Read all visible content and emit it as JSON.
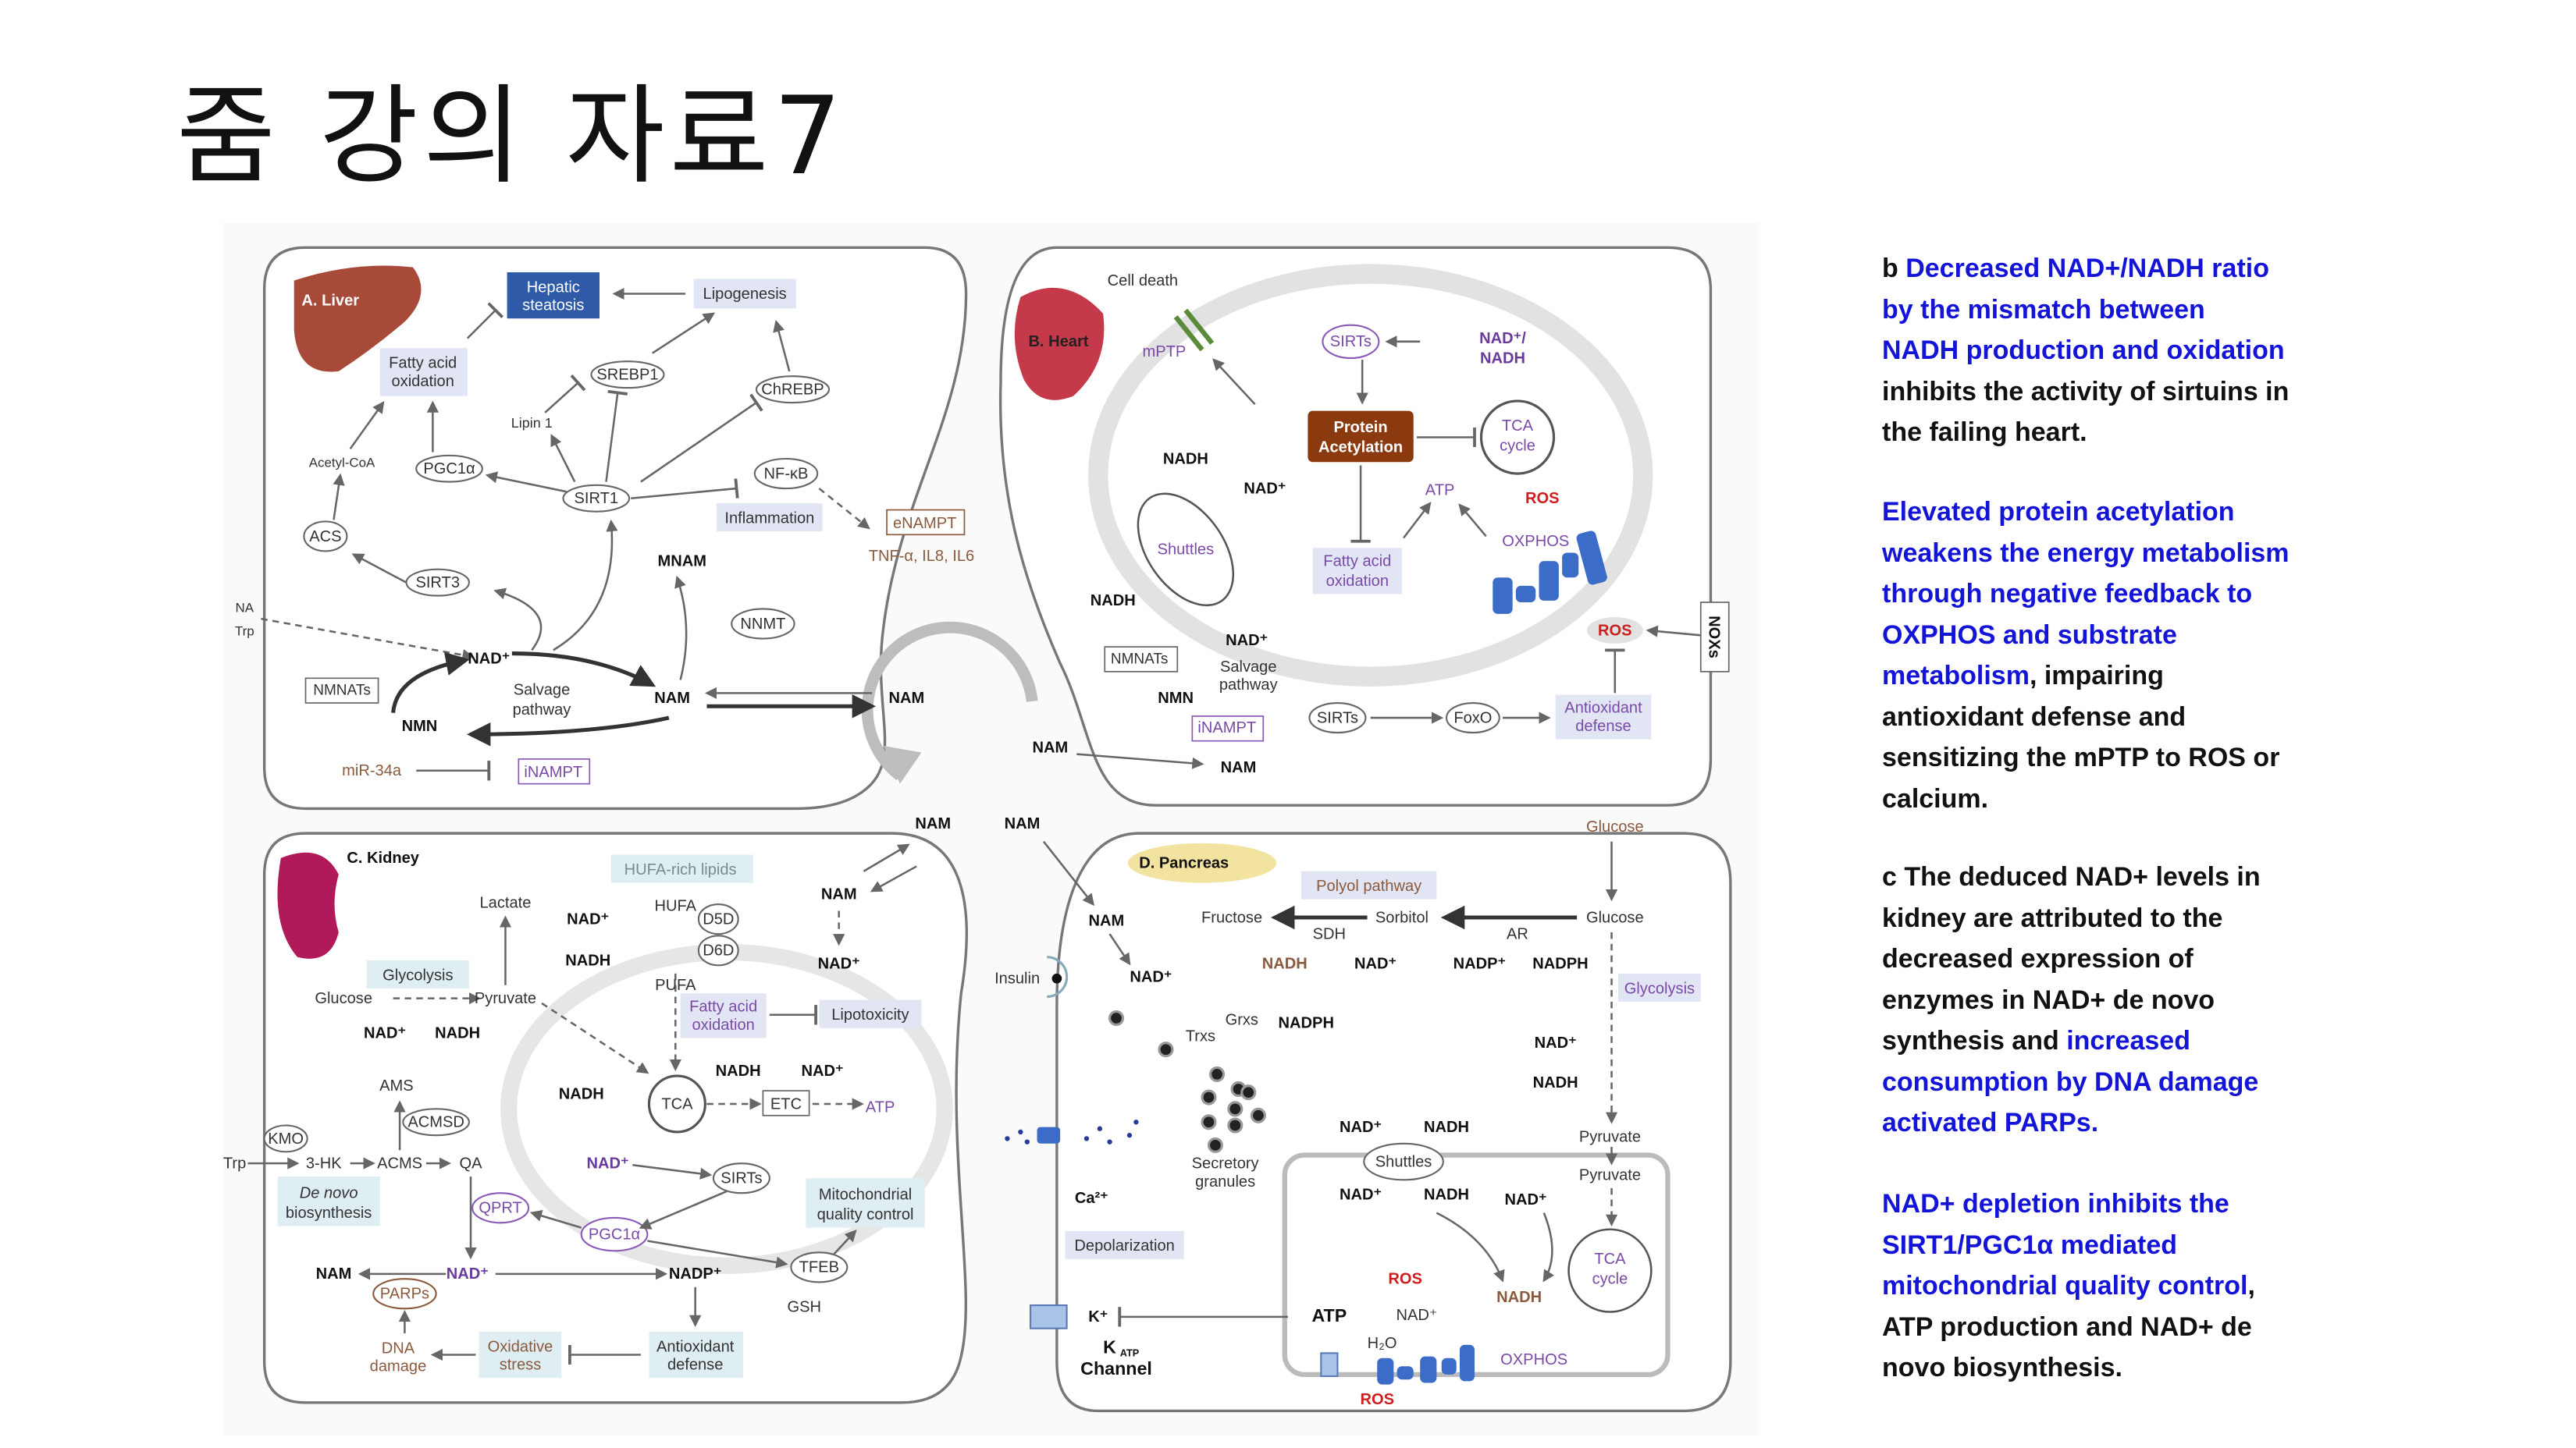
{
  "slide_title": "줌 강의 자료7",
  "colors": {
    "emphasis_text": "#1414d8",
    "body_text": "#111111",
    "ros": "#cc1f1f",
    "hepatic_steatosis_box": "#2f5aa8",
    "protein_acetylation_box": "#8b3a10"
  },
  "notes": [
    {
      "segments": [
        {
          "text": "b ",
          "style": "black"
        },
        {
          "text": "Decreased NAD+/NADH ratio\nby the mismatch between\nNADH production and oxidation",
          "style": "blue"
        },
        {
          "text": "\ninhibits the activity of sirtuins in\nthe failing heart.",
          "style": "black"
        }
      ]
    },
    {
      "segments": [
        {
          "text": "Elevated protein acetylation\nweakens the energy metabolism\nthrough negative feedback to\nOXPHOS and substrate\nmetabolism",
          "style": "blue"
        },
        {
          "text": ", impairing\nantioxidant defense and\nsensitizing the mPTP to ROS or\ncalcium.",
          "style": "black"
        }
      ]
    },
    {
      "segments": [
        {
          "text": "c The deduced NAD+ levels in\nkidney are attributed to the\ndecreased expression of\nenzymes in NAD+ de novo\nsynthesis and ",
          "style": "black"
        },
        {
          "text": "increased\nconsumption by DNA damage\nactivated PARPs.",
          "style": "blue"
        }
      ]
    },
    {
      "segments": [
        {
          "text": "NAD+ depletion inhibits the\nSIRT1/PGC1α mediated\nmitochondrial quality control",
          "style": "blue"
        },
        {
          "text": ",\nATP production and NAD+ de\nnovo biosynthesis.",
          "style": "black"
        }
      ]
    }
  ],
  "diagram": {
    "liver": [
      "A. Liver",
      "Hepatic",
      "steatosis",
      "Lipogenesis",
      "Fatty acid",
      "oxidation",
      "SREBP1",
      "ChREBP",
      "Lipin 1",
      "Acetyl-CoA",
      "PGC1α",
      "SIRT1",
      "NF-κB",
      "Inflammation",
      "eNAMPT",
      "TNF-α, IL8, IL6",
      "ACS",
      "SIRT3",
      "MNAM",
      "NNMT",
      "NA",
      "Trp",
      "NAD⁺",
      "NMNATs",
      "Salvage",
      "pathway",
      "NAM",
      "NMN",
      "miR-34a",
      "iNAMPT"
    ],
    "center": [
      "NAM",
      "NAM",
      "NAM",
      "NAM"
    ],
    "heart": [
      "B. Heart",
      "Cell death",
      "mPTP",
      "SIRTs",
      "NAD⁺/",
      "NADH",
      "Protein",
      "Acetylation",
      "TCA",
      "cycle",
      "NADH",
      "NAD⁺",
      "ATP",
      "ROS",
      "Shuttles",
      "Fatty acid",
      "oxidation",
      "OXPHOS",
      "ROS",
      "NOXs",
      "NADH",
      "NAD⁺",
      "NMNATs",
      "Salvage",
      "pathway",
      "NMN",
      "iNAMPT",
      "SIRTs",
      "FoxO",
      "Antioxidant",
      "defense",
      "NAM"
    ],
    "kidney": [
      "C. Kidney",
      "HUFA-rich lipids",
      "Lactate",
      "NAD⁺",
      "NADH",
      "HUFA",
      "D5D",
      "D6D",
      "NAM",
      "NAD⁺",
      "Glycolysis",
      "Glucose",
      "Pyruvate",
      "NAD⁺",
      "NADH",
      "PUFA",
      "Fatty acid",
      "oxidation",
      "Lipotoxicity",
      "AMS",
      "ACMSD",
      "KMO",
      "Trp",
      "3-HK",
      "ACMS",
      "QA",
      "NADH",
      "TCA",
      "NADH",
      "NAD⁺",
      "ETC",
      "ATP",
      "De novo",
      "biosynthesis",
      "NAD⁺",
      "SIRTs",
      "QPRT",
      "PGC1α",
      "Mitochondrial",
      "quality control",
      "NAM",
      "NAD⁺",
      "NADP⁺",
      "PARPs",
      "TFEB",
      "GSH",
      "DNA",
      "damage",
      "Oxidative",
      "stress",
      "Antioxidant",
      "defense"
    ],
    "pancreas": [
      "D. Pancreas",
      "Glucose",
      "Polyol pathway",
      "Fructose",
      "Sorbitol",
      "Glucose",
      "SDH",
      "AR",
      "NADH",
      "NAD⁺",
      "NADP⁺",
      "NADPH",
      "NAM",
      "NAD⁺",
      "Insulin",
      "Glycolysis",
      "Grxs",
      "Trxs",
      "NADPH",
      "NAD⁺",
      "NADH",
      "NAD⁺",
      "NADH",
      "Pyruvate",
      "Pyruvate",
      "Shuttles",
      "Secretory",
      "granules",
      "Ca²⁺",
      "NAD⁺",
      "NADH",
      "NAD⁺",
      "Depolarization",
      "TCA",
      "cycle",
      "ROS",
      "NADH",
      "K⁺",
      "ATP",
      "NAD⁺",
      "K",
      "ATP",
      "Channel",
      "H₂O",
      "OXPHOS",
      "ROS"
    ]
  }
}
